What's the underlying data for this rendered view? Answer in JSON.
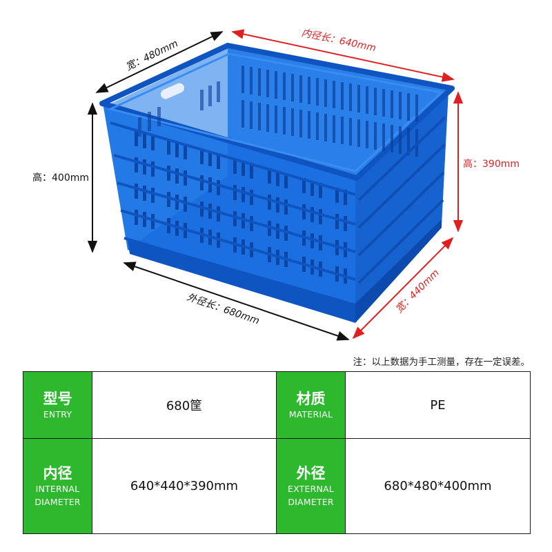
{
  "dimensions": {
    "top_width": "宽：480mm",
    "inner_length": "内径长：640mm",
    "outer_height": "高：400mm",
    "inner_height": "高：390mm",
    "outer_length": "外径长：680mm",
    "bottom_width": "宽：440mm"
  },
  "colors": {
    "crate": "#1b6fe0",
    "dimension_red": "#e02020",
    "dimension_dark": "#111111",
    "label_green": "#2eb82e"
  },
  "note": "注：以上数据为手工测量，存在一定误差。",
  "specs": [
    {
      "label_cn": "型号",
      "label_en": "ENTRY",
      "value": "680筐",
      "label2_cn": "材质",
      "label2_en": "MATERIAL",
      "value2": "PE"
    },
    {
      "label_cn": "内径",
      "label_en": "INTERNAL\nDIAMETER",
      "value": "640*440*390mm",
      "label2_cn": "外径",
      "label2_en": "EXTERNAL\nDIAMETER",
      "value2": "680*480*400mm"
    }
  ]
}
